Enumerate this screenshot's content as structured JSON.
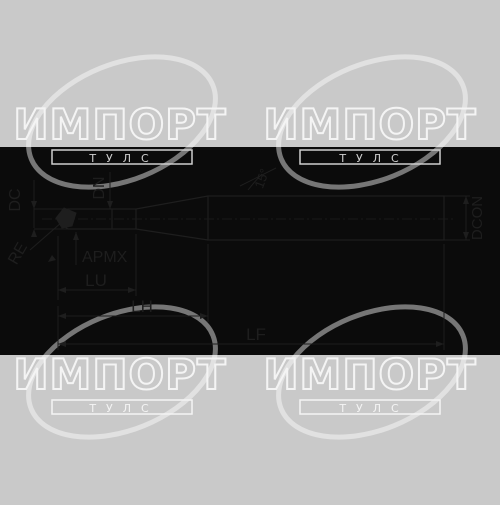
{
  "colors": {
    "background": "#c9c9c9",
    "band": "#0b0b0b",
    "line": "#1e1e1e",
    "watermark": "#ffffff"
  },
  "watermark": {
    "main_text": "ИМПОРТ",
    "sub_text": "ТУЛС"
  },
  "dimensions": {
    "dc": "DC",
    "dn": "DN",
    "re": "RE",
    "apmx": "APMX",
    "lu": "LU",
    "lh": "LH",
    "lf": "LF",
    "dcon": "DCON",
    "angle": "15°"
  }
}
